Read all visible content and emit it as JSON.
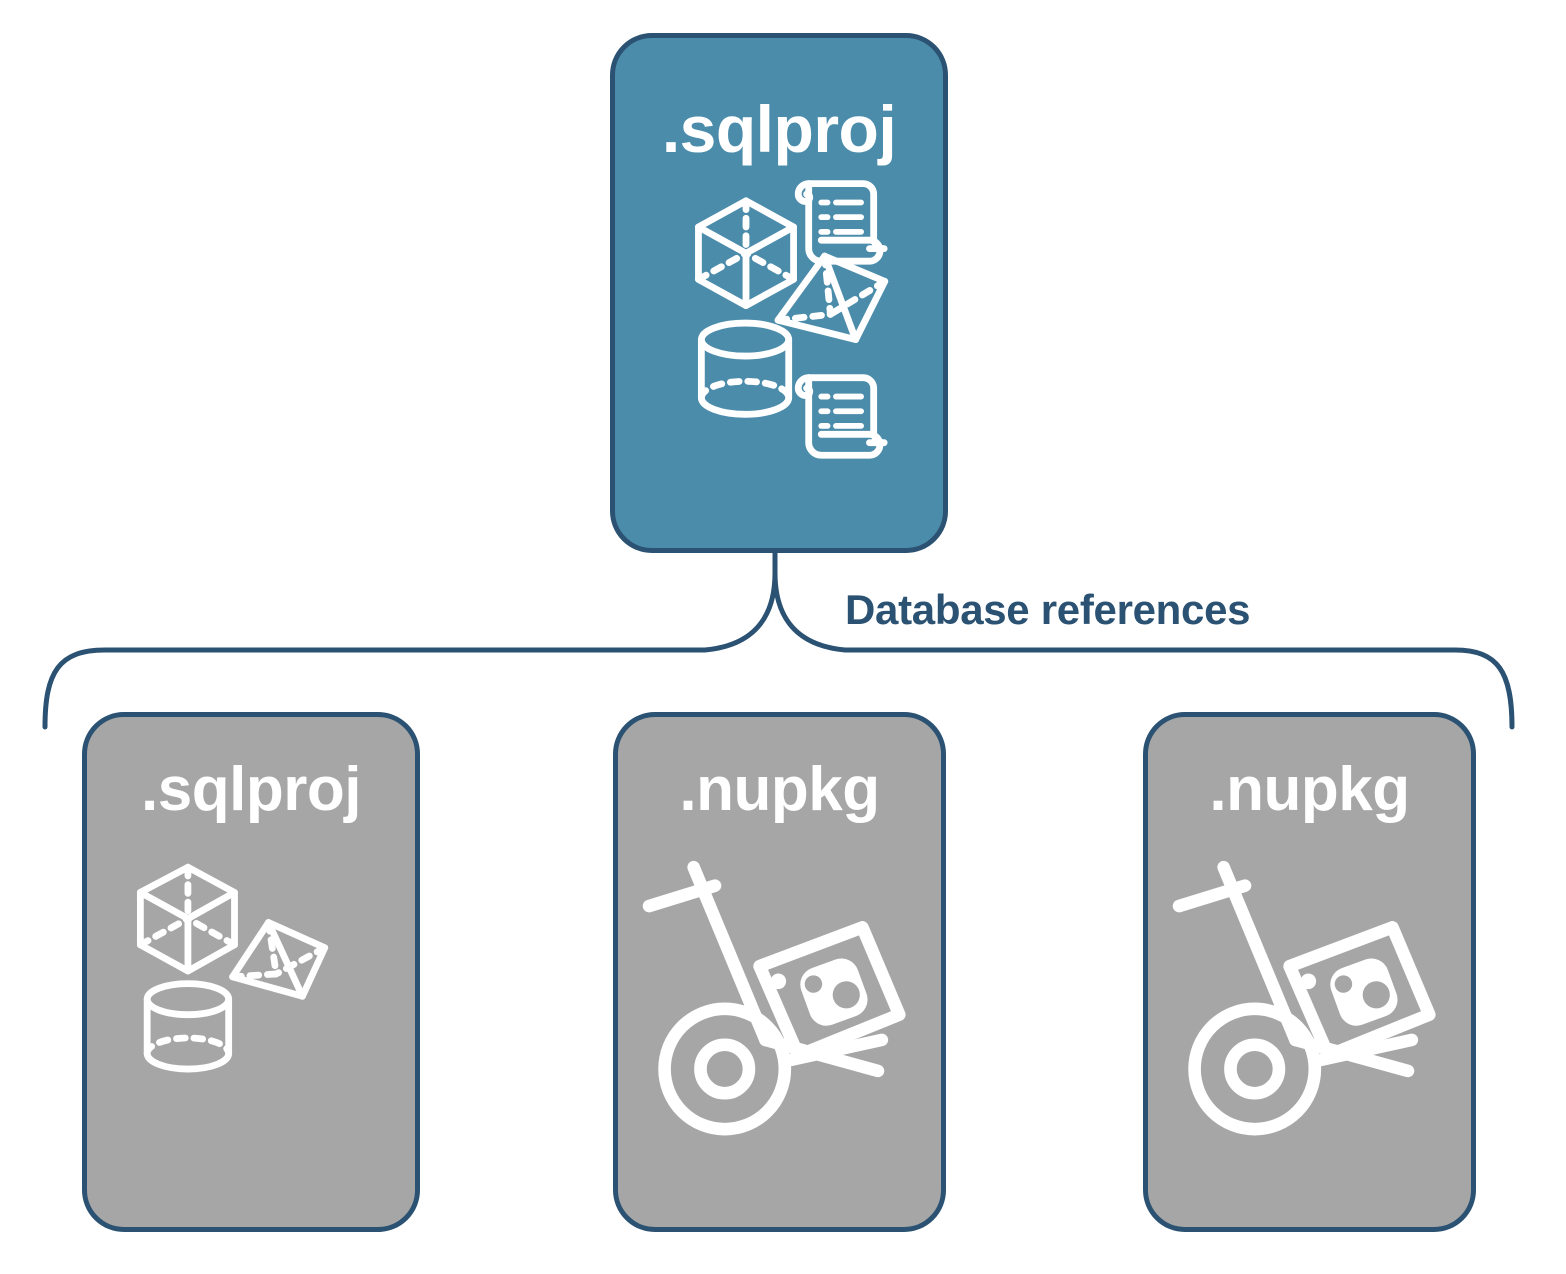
{
  "diagram": {
    "type": "hierarchy",
    "title_text": "Database references",
    "colors": {
      "primary_fill": "#4b8cab",
      "secondary_fill": "#a6a6a6",
      "border": "#2b5272",
      "label_text": "#2b5272",
      "icon": "#ffffff",
      "background": "#ffffff"
    }
  },
  "root": {
    "label": ".sqlproj",
    "kind": "sqlproj",
    "icons": [
      "cube-icon",
      "pyramid-icon",
      "cylinder-icon",
      "scroll-icon",
      "scroll-icon"
    ]
  },
  "connector": {
    "label": "Database references",
    "style": "curly-brace"
  },
  "children": [
    {
      "label": ".sqlproj",
      "kind": "sqlproj",
      "icons": [
        "cube-icon",
        "pyramid-icon",
        "cylinder-icon"
      ]
    },
    {
      "label": ".nupkg",
      "kind": "nupkg",
      "icons": [
        "hand-truck-icon",
        "nuget-package-icon"
      ]
    },
    {
      "label": ".nupkg",
      "kind": "nupkg",
      "icons": [
        "hand-truck-icon",
        "nuget-package-icon"
      ]
    }
  ]
}
